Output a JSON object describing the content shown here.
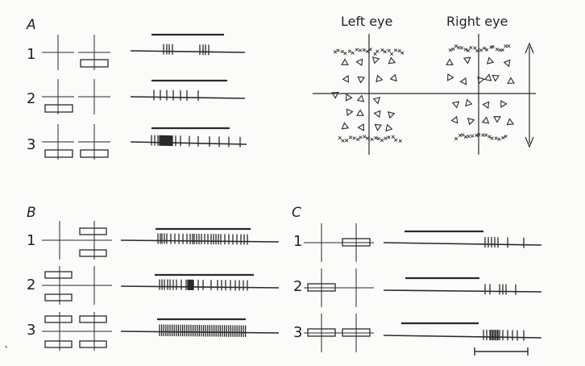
{
  "panels": {
    "a": {
      "label": "A",
      "rows": [
        "1",
        "2",
        "3"
      ]
    },
    "b": {
      "label": "B",
      "rows": [
        "1",
        "2",
        "3"
      ]
    },
    "c": {
      "label": "C",
      "rows": [
        "1",
        "2",
        "3"
      ]
    }
  },
  "receptive_fields": {
    "left_eye_label": "Left eye",
    "right_eye_label": "Right eye"
  },
  "stray_mark": "`"
}
